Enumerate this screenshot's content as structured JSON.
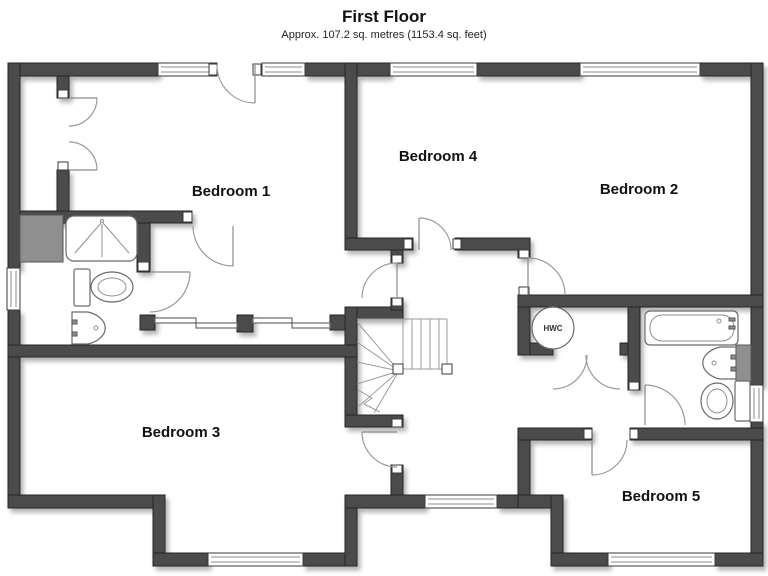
{
  "header": {
    "title": "First Floor",
    "subtitle": "Approx. 107.2 sq. metres (1153.4 sq. feet)"
  },
  "rooms": [
    {
      "label": "Bedroom 1"
    },
    {
      "label": "Bedroom 2"
    },
    {
      "label": "Bedroom 3"
    },
    {
      "label": "Bedroom 4"
    },
    {
      "label": "Bedroom 5"
    }
  ],
  "fixtures": {
    "hot_water_cylinder_label": "HWC"
  },
  "colors": {
    "wall": "#4b4b4b",
    "duct_fill": "#8f8f8f",
    "background": "#ffffff",
    "text": "#111111"
  }
}
